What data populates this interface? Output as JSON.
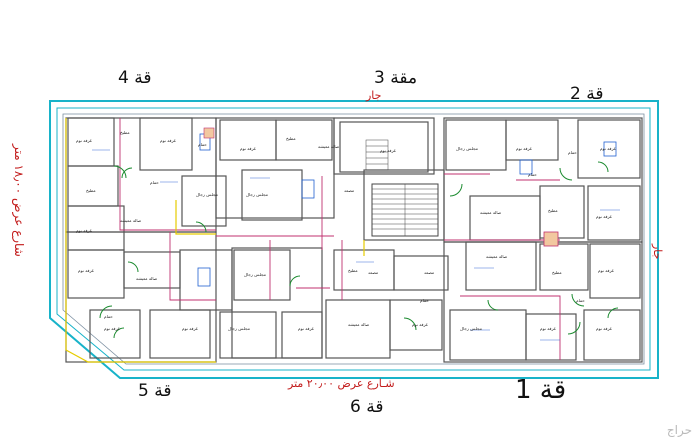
{
  "labels": {
    "apt1": "قة 1",
    "apt2": "قة 2",
    "apt3": "مقة 3",
    "apt4": "قة 4",
    "apt5": "قة 5",
    "apt6": "قة 6"
  },
  "streets": {
    "left": "شارع عرض ١٨٫٠٠ متر",
    "bottom": "شـارع عرض ٢٠٫٠٠ متر"
  },
  "neighbors": {
    "top": "جار",
    "right": "جار"
  },
  "rooms": {
    "living": "صالة معيشة",
    "majlis": "مجلس رجال",
    "bedroom": "غرفة نوم",
    "bath": "حمام",
    "kitchen": "مطبخ",
    "elevator": "مصعد"
  },
  "watermark": "حراج",
  "colors": {
    "outer_wall": "#18b3c9",
    "walls": "#555555",
    "partition": "#c0306f",
    "door": "#1a8a2e",
    "yellow": "#e6cc00",
    "dims": "#3a6fd8",
    "text_red": "#c21a1a"
  }
}
